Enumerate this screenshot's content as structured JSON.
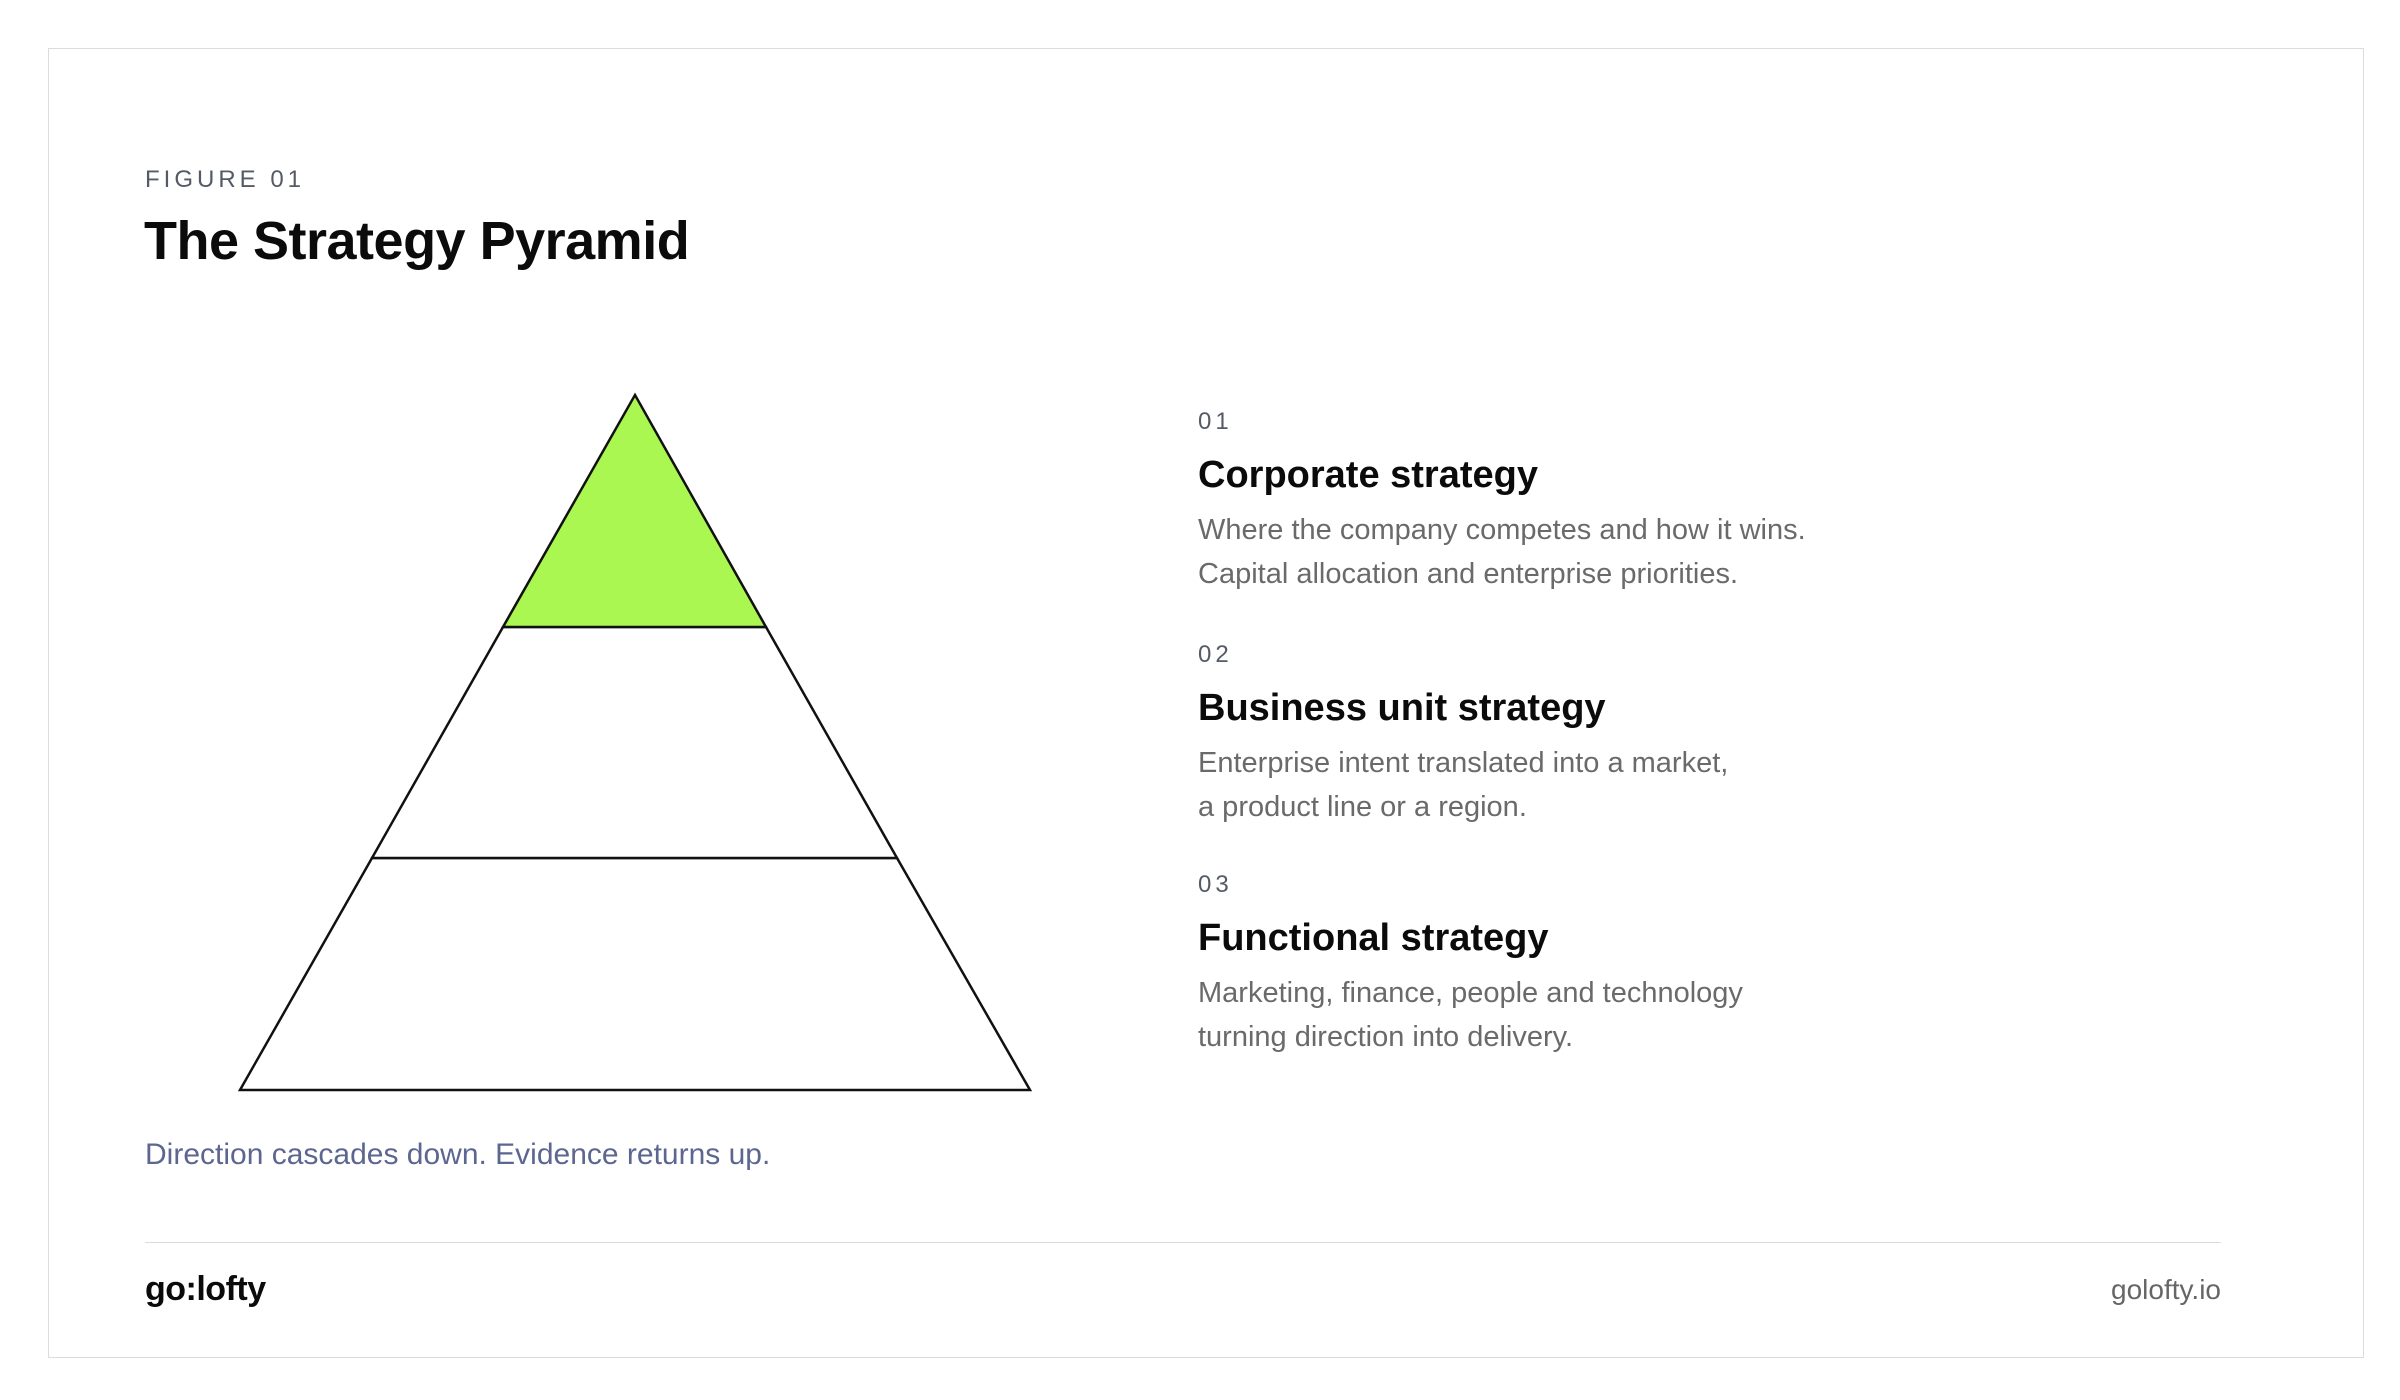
{
  "figure": {
    "eyebrow": "FIGURE 01",
    "title": "The Strategy Pyramid",
    "caption": "Direction cascades down. Evidence returns up."
  },
  "pyramid": {
    "tiers": 3,
    "highlighted_tier": 1,
    "highlight_color": "#abf751",
    "stroke_color": "#111111",
    "fill_color": "#ffffff"
  },
  "legend": {
    "items": [
      {
        "number": "01",
        "title": "Corporate strategy",
        "description": "Where the company competes and how it wins.\nCapital allocation and enterprise priorities."
      },
      {
        "number": "02",
        "title": "Business unit strategy",
        "description": "Enterprise intent translated into a market,\na product line or a region."
      },
      {
        "number": "03",
        "title": "Functional strategy",
        "description": "Marketing, finance, people and technology\nturning direction into delivery."
      }
    ]
  },
  "footer": {
    "logo": "go:lofty",
    "site": "golofty.io"
  },
  "colors": {
    "accent": "#abf751",
    "caption": "#5c6690",
    "body_text": "#6a6a6a",
    "border": "#dcdcdc"
  }
}
